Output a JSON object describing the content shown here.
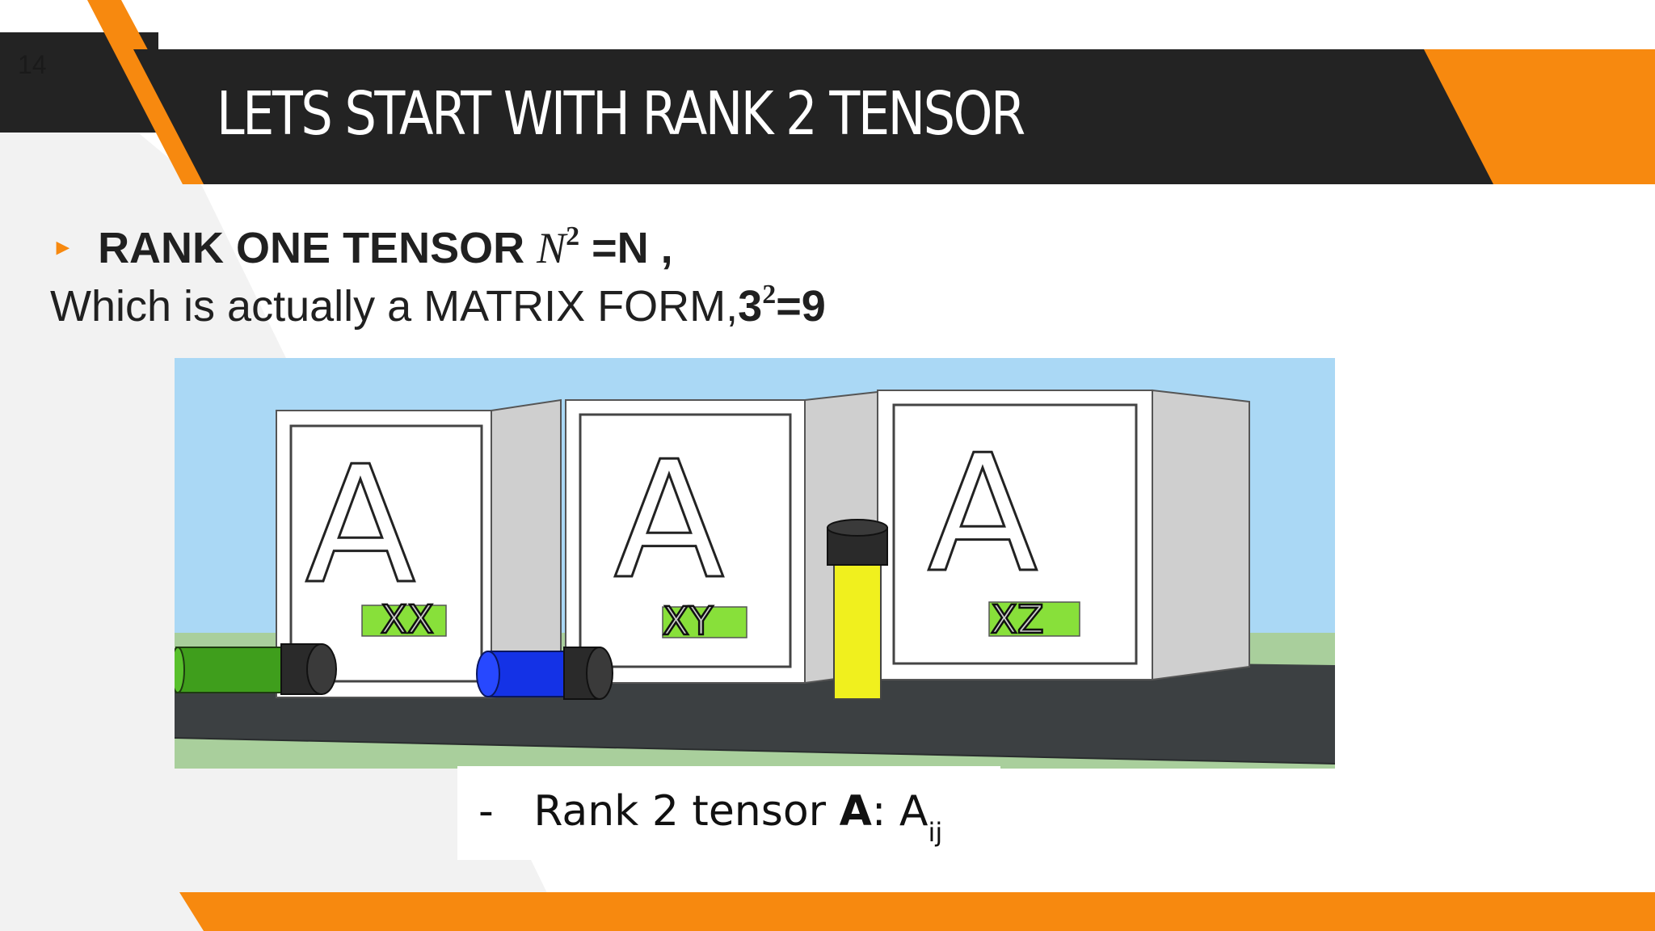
{
  "slide": {
    "number": "14",
    "title": "LETS START WITH RANK 2 TENSOR",
    "accent_color": "#f7890f",
    "dark_color": "#232323"
  },
  "bullet": {
    "marker": "▸",
    "label": "RANK ONE TENSOR",
    "math_base": "N",
    "math_exp": "2",
    "suffix": " =N ,"
  },
  "line2": {
    "text": "Which is actually a MATRIX FORM,",
    "base": "3",
    "exp": "2",
    "result": "=9"
  },
  "illustration": {
    "blocks": [
      {
        "letter": "A",
        "tag": "XX"
      },
      {
        "letter": "A",
        "tag": "XY"
      },
      {
        "letter": "A",
        "tag": "XZ"
      }
    ],
    "colors": {
      "sky": "#aad8f5",
      "grass": "#a9cf9c",
      "road": "#3c4042",
      "tag": "#88e03a",
      "green_rod": "#3f9e1c",
      "blue_rod": "#1432e6",
      "yellow_rod": "#f0f01e"
    }
  },
  "caption": {
    "dash": "-",
    "text": "Rank 2 tensor ",
    "bold": "A",
    "colon": ": ",
    "symbol": "A",
    "subscript": "ij"
  }
}
